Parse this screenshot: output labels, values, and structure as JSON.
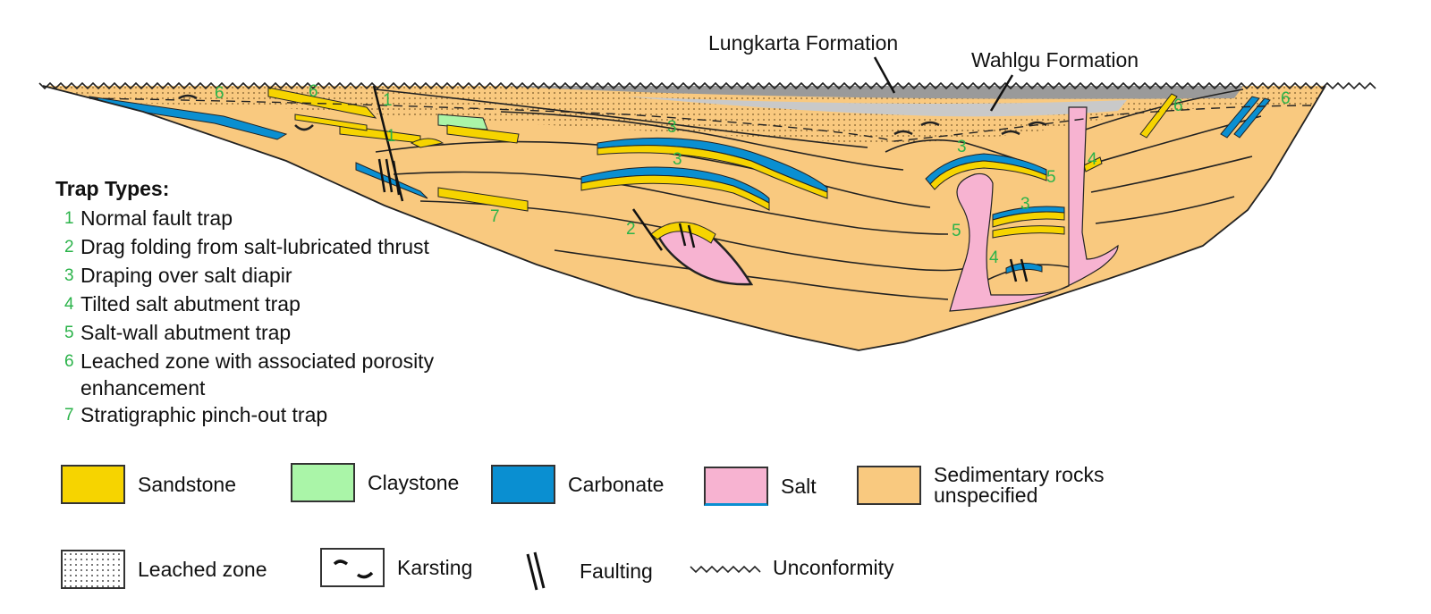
{
  "formations": {
    "lungkarta": "Lungkarta Formation",
    "wahlgu": "Wahlgu Formation"
  },
  "trap_types": {
    "title": "Trap Types:",
    "items": [
      {
        "num": "1",
        "label": "Normal fault trap"
      },
      {
        "num": "2",
        "label": "Drag folding from salt-lubricated thrust"
      },
      {
        "num": "3",
        "label": "Draping over salt diapir"
      },
      {
        "num": "4",
        "label": "Tilted salt abutment trap"
      },
      {
        "num": "5",
        "label": "Salt-wall abutment trap"
      },
      {
        "num": "6",
        "label": "Leached zone with associated porosity enhancement"
      },
      {
        "num": "7",
        "label": "Stratigraphic pinch-out trap"
      }
    ]
  },
  "key": {
    "sandstone": "Sandstone",
    "claystone": "Claystone",
    "carbonate": "Carbonate",
    "salt": "Salt",
    "sedimentary": "Sedimentary rocks unspecified",
    "leached": "Leached zone",
    "karsting": "Karsting",
    "faulting": "Faulting",
    "unconformity": "Unconformity"
  },
  "section_markers": {
    "m6a": "6",
    "m6b": "6",
    "m6c": "6",
    "m6d": "6",
    "m1a": "1",
    "m1b": "1",
    "m3a": "3",
    "m3b": "3",
    "m3c": "3",
    "m3d": "3",
    "m2": "2",
    "m7": "7",
    "m5a": "5",
    "m5b": "5",
    "m4a": "4",
    "m4b": "4"
  },
  "colors": {
    "sandstone": "#f6d400",
    "claystone": "#aaf5a8",
    "carbonate": "#0a8fd1",
    "salt": "#f7b3d1",
    "sedimentary": "#f9c97f",
    "formation_grey": "#9a9a9a",
    "marker_green": "#2bb34a"
  }
}
